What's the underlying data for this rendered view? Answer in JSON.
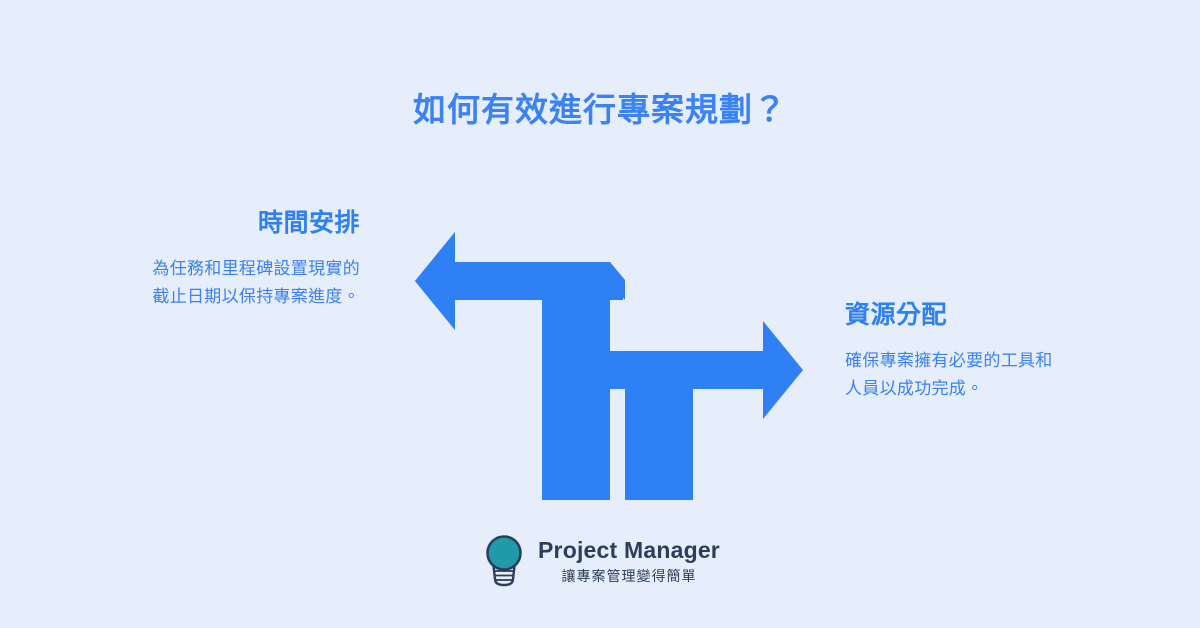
{
  "page": {
    "background_color": "#e6edfb",
    "accent_blue": "#2f80f5",
    "title_blue": "#3b82f6",
    "logo_navy": "#2d3e5c",
    "logo_teal": "#1f9aa8"
  },
  "title": "如何有效進行專案規劃？",
  "callouts": [
    {
      "key": "timeline",
      "heading": "時間安排",
      "body": "為任務和里程碑設置現實的截止日期以保持專案進度。"
    },
    {
      "key": "resources",
      "heading": "資源分配",
      "body": "確保專案擁有必要的工具和人員以成功完成。"
    }
  ],
  "diagram": {
    "type": "two-bent-arrows",
    "description": "左上方向的粗箭頭與右上方向的粗箭頭，各自連接一根垂直長條",
    "arrow_color": "#2f80f5",
    "shapes": [
      {
        "name": "left-arrow",
        "direction": "left"
      },
      {
        "name": "left-arrow-stem",
        "direction": "vertical"
      },
      {
        "name": "right-arrow",
        "direction": "right"
      },
      {
        "name": "right-arrow-stem",
        "direction": "vertical"
      }
    ]
  },
  "logo": {
    "icon": "lightbulb-icon",
    "name": "Project Manager",
    "tagline": "讓專案管理變得簡單"
  }
}
